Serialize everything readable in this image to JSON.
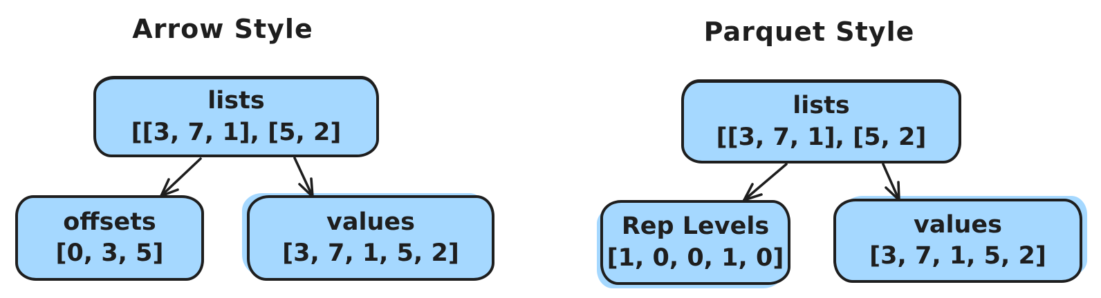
{
  "colors": {
    "background": "#ffffff",
    "node_fill": "#a5d8ff",
    "stroke": "#1e1e1e"
  },
  "diagrams": [
    {
      "title": "Arrow Style",
      "nodes": {
        "root": {
          "label": "lists",
          "value": "[[3, 7, 1], [5, 2]"
        },
        "left": {
          "label": "offsets",
          "value": "[0, 3, 5]"
        },
        "right": {
          "label": "values",
          "value": "[3, 7, 1, 5, 2]"
        }
      },
      "edges": [
        {
          "from": "lists",
          "to": "offsets"
        },
        {
          "from": "lists",
          "to": "values"
        }
      ]
    },
    {
      "title": "Parquet Style",
      "nodes": {
        "root": {
          "label": "lists",
          "value": "[[3, 7, 1], [5, 2]"
        },
        "left": {
          "label": "Rep Levels",
          "value": "[1, 0, 0, 1, 0]"
        },
        "right": {
          "label": "values",
          "value": "[3, 7, 1, 5, 2]"
        }
      },
      "edges": [
        {
          "from": "lists",
          "to": "Rep Levels"
        },
        {
          "from": "lists",
          "to": "values"
        }
      ]
    }
  ]
}
